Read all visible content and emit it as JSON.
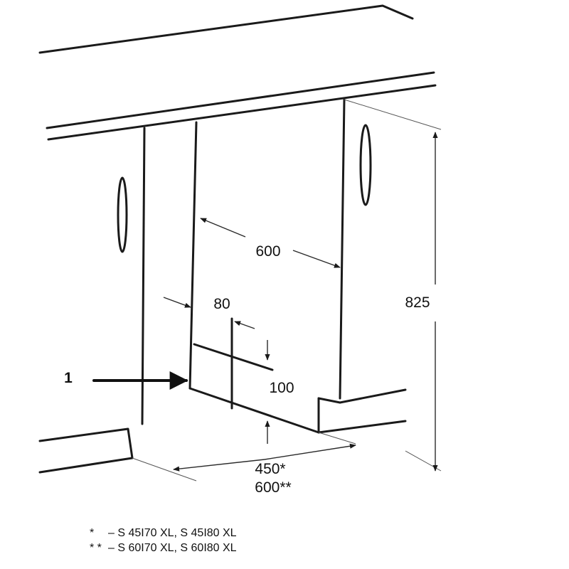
{
  "dimensions": {
    "width": "600",
    "height": "825",
    "left_offset": "80",
    "depth": "100",
    "plinth_line1": "450*",
    "plinth_line2": "600**"
  },
  "callout": {
    "number": "1"
  },
  "footnotes": [
    {
      "marker": "*",
      "text": "– S 45I70 XL, S 45I80 XL"
    },
    {
      "marker": "* *",
      "text": "– S 60I70 XL, S 60I80 XL"
    }
  ]
}
